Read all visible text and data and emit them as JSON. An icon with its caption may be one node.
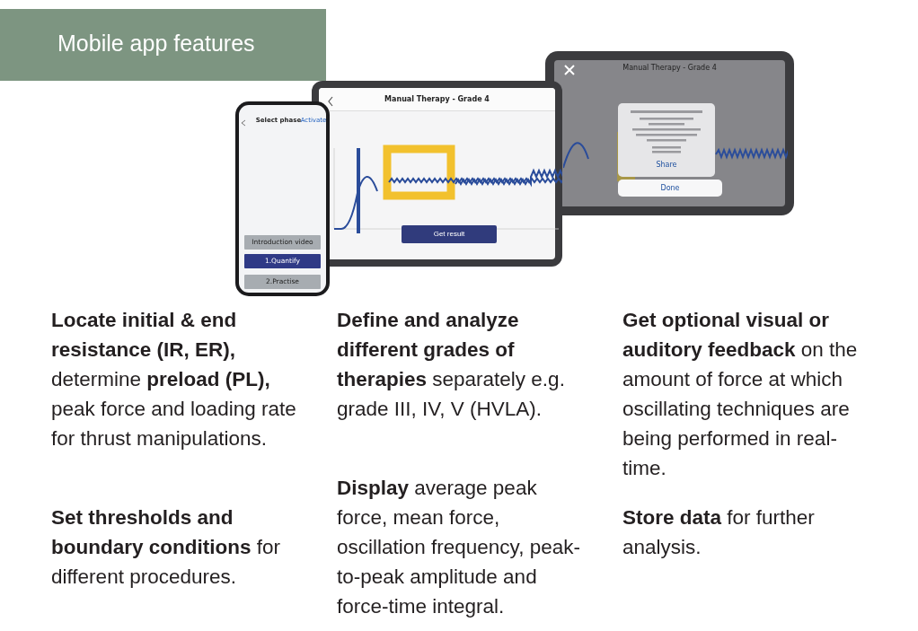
{
  "diagram": {
    "title": "Mobile app features",
    "labels": [
      "**Locate initial & end resistance (IR, ER),** determine **preload (PL),** peak force and loading rate for thrust manipulations.",
      "**Set thresholds and boundary conditions** for different procedures.",
      "**Define and analyze different grades of therapies** separately e.g. grade III, IV, V (HVLA).",
      "**Display** average peak force, mean force, oscillation frequency, peak-to-peak amplitude and force-time integral.",
      "**Get optional visual or auditory feedback** on the amount of force at which oscillating techniques are being performed in real-time.",
      "**Store data** for further analysis.",
      "Manual Therapy - Grade 4",
      "Share",
      "Done",
      "Manual Therapy - Grade 4",
      "Get result",
      "Select phase",
      "Activate",
      "Introduction video",
      "1.Quantify",
      "2.Practise"
    ]
  }
}
